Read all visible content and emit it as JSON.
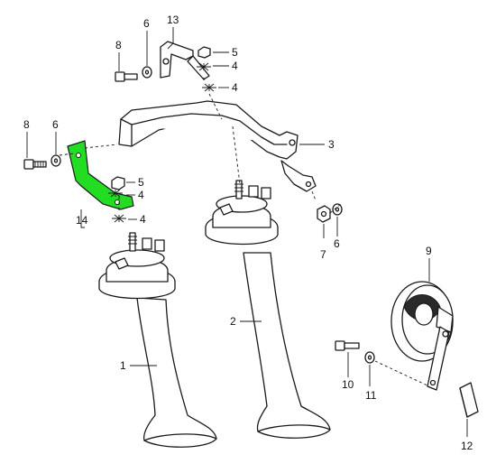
{
  "highlight_color": "#22dd22",
  "callouts": {
    "c1": "1",
    "c2": "2",
    "c3": "3",
    "c4a": "4",
    "c4b": "4",
    "c4c": "4",
    "c4d": "4",
    "c5a": "5",
    "c5b": "5",
    "c6a": "6",
    "c6b": "6",
    "c6c": "6",
    "c7": "7",
    "c8a": "8",
    "c8b": "8",
    "c9": "9",
    "c10": "10",
    "c11": "11",
    "c12": "12",
    "c13": "13",
    "c14": "14"
  }
}
